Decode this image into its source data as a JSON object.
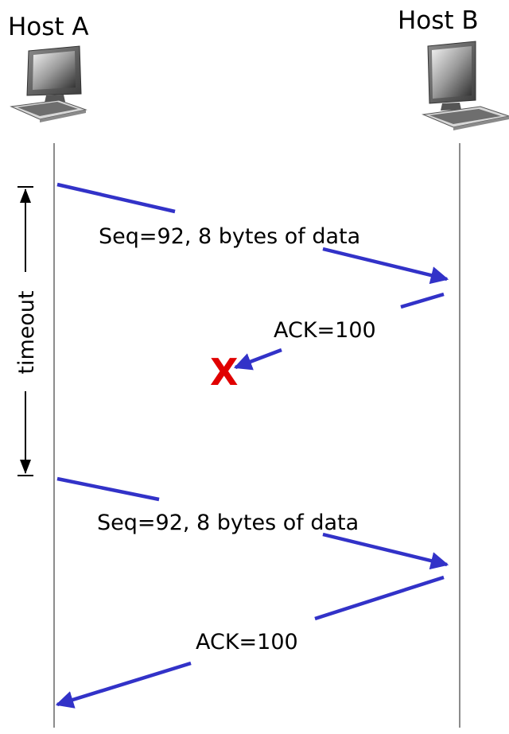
{
  "hosts": {
    "a": {
      "label": "Host A"
    },
    "b": {
      "label": "Host B"
    }
  },
  "timeout_label": "timeout",
  "messages": [
    {
      "label": "Seq=92, 8 bytes of data"
    },
    {
      "label": "ACK=100"
    },
    {
      "label": "Seq=92, 8 bytes of data"
    },
    {
      "label": "ACK=100"
    }
  ],
  "loss_marker": "X",
  "colors": {
    "arrow": "#3232c8",
    "loss": "#e00000",
    "timeline": "#8c8c8c"
  },
  "icons": [
    "computer-icon",
    "computer-icon"
  ]
}
